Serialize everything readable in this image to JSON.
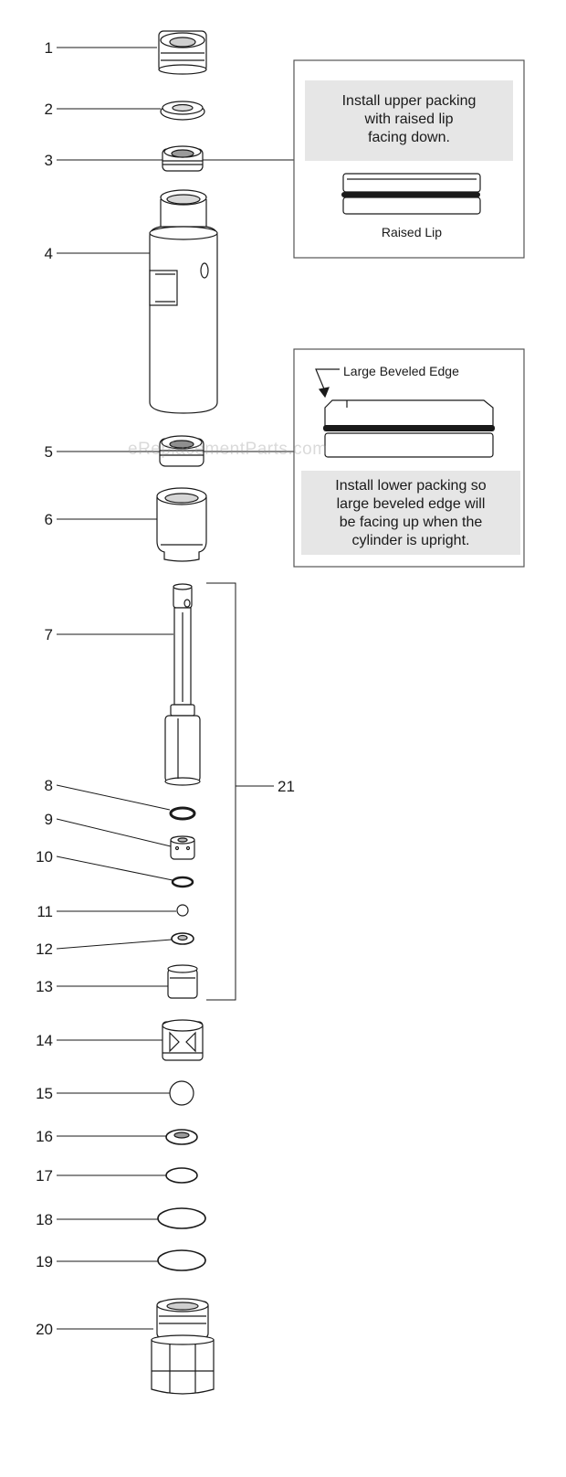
{
  "callouts": [
    {
      "number": "1",
      "row": 52
    },
    {
      "number": "2",
      "row": 119
    },
    {
      "number": "3",
      "row": 175
    },
    {
      "number": "4",
      "row": 277
    },
    {
      "number": "5",
      "row": 494
    },
    {
      "number": "6",
      "row": 568
    },
    {
      "number": "7",
      "row": 694
    },
    {
      "number": "8",
      "row": 859
    },
    {
      "number": "9",
      "row": 896
    },
    {
      "number": "10",
      "row": 937
    },
    {
      "number": "11",
      "row": 997
    },
    {
      "number": "12",
      "row": 1038
    },
    {
      "number": "13",
      "row": 1079
    },
    {
      "number": "14",
      "row": 1138
    },
    {
      "number": "15",
      "row": 1196
    },
    {
      "number": "16",
      "row": 1243
    },
    {
      "number": "17",
      "row": 1286
    },
    {
      "number": "18",
      "row": 1334
    },
    {
      "number": "19",
      "row": 1380
    },
    {
      "number": "20",
      "row": 1454
    }
  ],
  "assembly_label": "21",
  "upper_note": {
    "lines": [
      "Install upper packing",
      "with raised lip",
      "facing down."
    ],
    "caption": "Raised Lip"
  },
  "lower_note": {
    "pointer_label": "Large Beveled Edge",
    "lines": [
      "Install lower packing so",
      "large beveled edge will",
      "be facing up when the",
      "cylinder is upright."
    ]
  },
  "watermark": "eReplacementParts.com",
  "colors": {
    "stroke": "#1a1a1a",
    "note_bg": "#e6e6e6",
    "box_border": "#555555"
  }
}
